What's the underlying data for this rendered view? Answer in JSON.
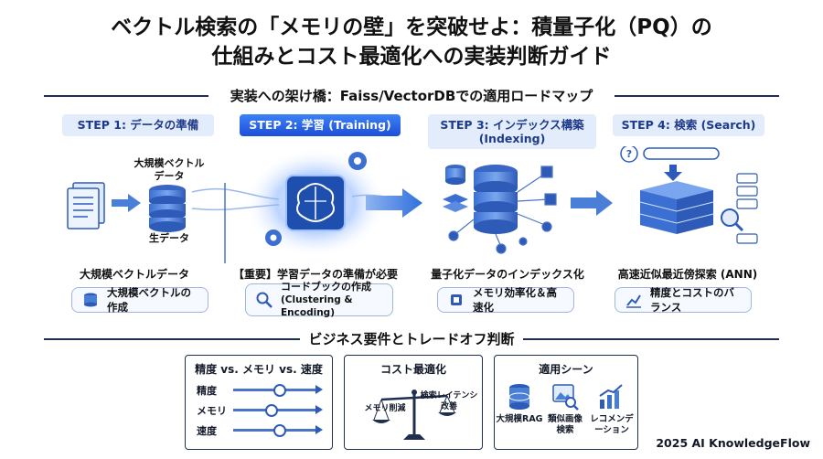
{
  "title": {
    "line1": "ベクトル検索の「メモリの壁」を突破せよ：積量子化（PQ）の",
    "line2": "仕組みとコスト最適化への実装判断ガイド"
  },
  "roadmap": {
    "heading": "実装への架け橋：Faiss/VectorDBでの適用ロードマップ",
    "steps": [
      {
        "label": "STEP 1: データの準備",
        "caption_top": "大規模ベクトル\nデータ",
        "caption_bottom": "生データ",
        "subtitle": "大規模ベクトルデータ",
        "pill": "大規模ベクトルの作成"
      },
      {
        "label": "STEP 2: 学習 (Training)",
        "subtitle": "【重要】学習データの準備が必要",
        "pill_line1": "コードブックの作成",
        "pill_line2": "(Clustering & Encoding)"
      },
      {
        "label_line1": "STEP 3: インデックス構築",
        "label_line2": "(Indexing)",
        "subtitle": "量子化データのインデックス化",
        "pill": "メモリ効率化＆高速化"
      },
      {
        "label": "STEP 4: 検索 (Search)",
        "subtitle": "高速近似最近傍探索 (ANN)",
        "pill": "精度とコストのバランス"
      }
    ]
  },
  "business": {
    "heading": "ビジネス要件とトレードオフ判断",
    "tradeoff": {
      "title": "精度 vs. メモリ vs. 速度",
      "rows": [
        {
          "label": "精度",
          "level": 0.55
        },
        {
          "label": "メモリ",
          "level": 0.45
        },
        {
          "label": "速度",
          "level": 0.55
        }
      ]
    },
    "cost": {
      "title": "コスト最適化",
      "left": "メモリ削減",
      "right_line1": "検索レイテンシ",
      "right_line2": "改善"
    },
    "scenes": {
      "title": "適用シーン",
      "items": [
        {
          "label_line1": "大規模RAG",
          "label_line2": ""
        },
        {
          "label_line1": "類似画像",
          "label_line2": "検索"
        },
        {
          "label_line1": "レコメンデ",
          "label_line2": "ーション"
        }
      ]
    }
  },
  "footer": "2025 AI KnowledgeFlow",
  "colors": {
    "accent": "#2563eb",
    "navy": "#1f2f4f",
    "light": "#e3ecfa"
  }
}
